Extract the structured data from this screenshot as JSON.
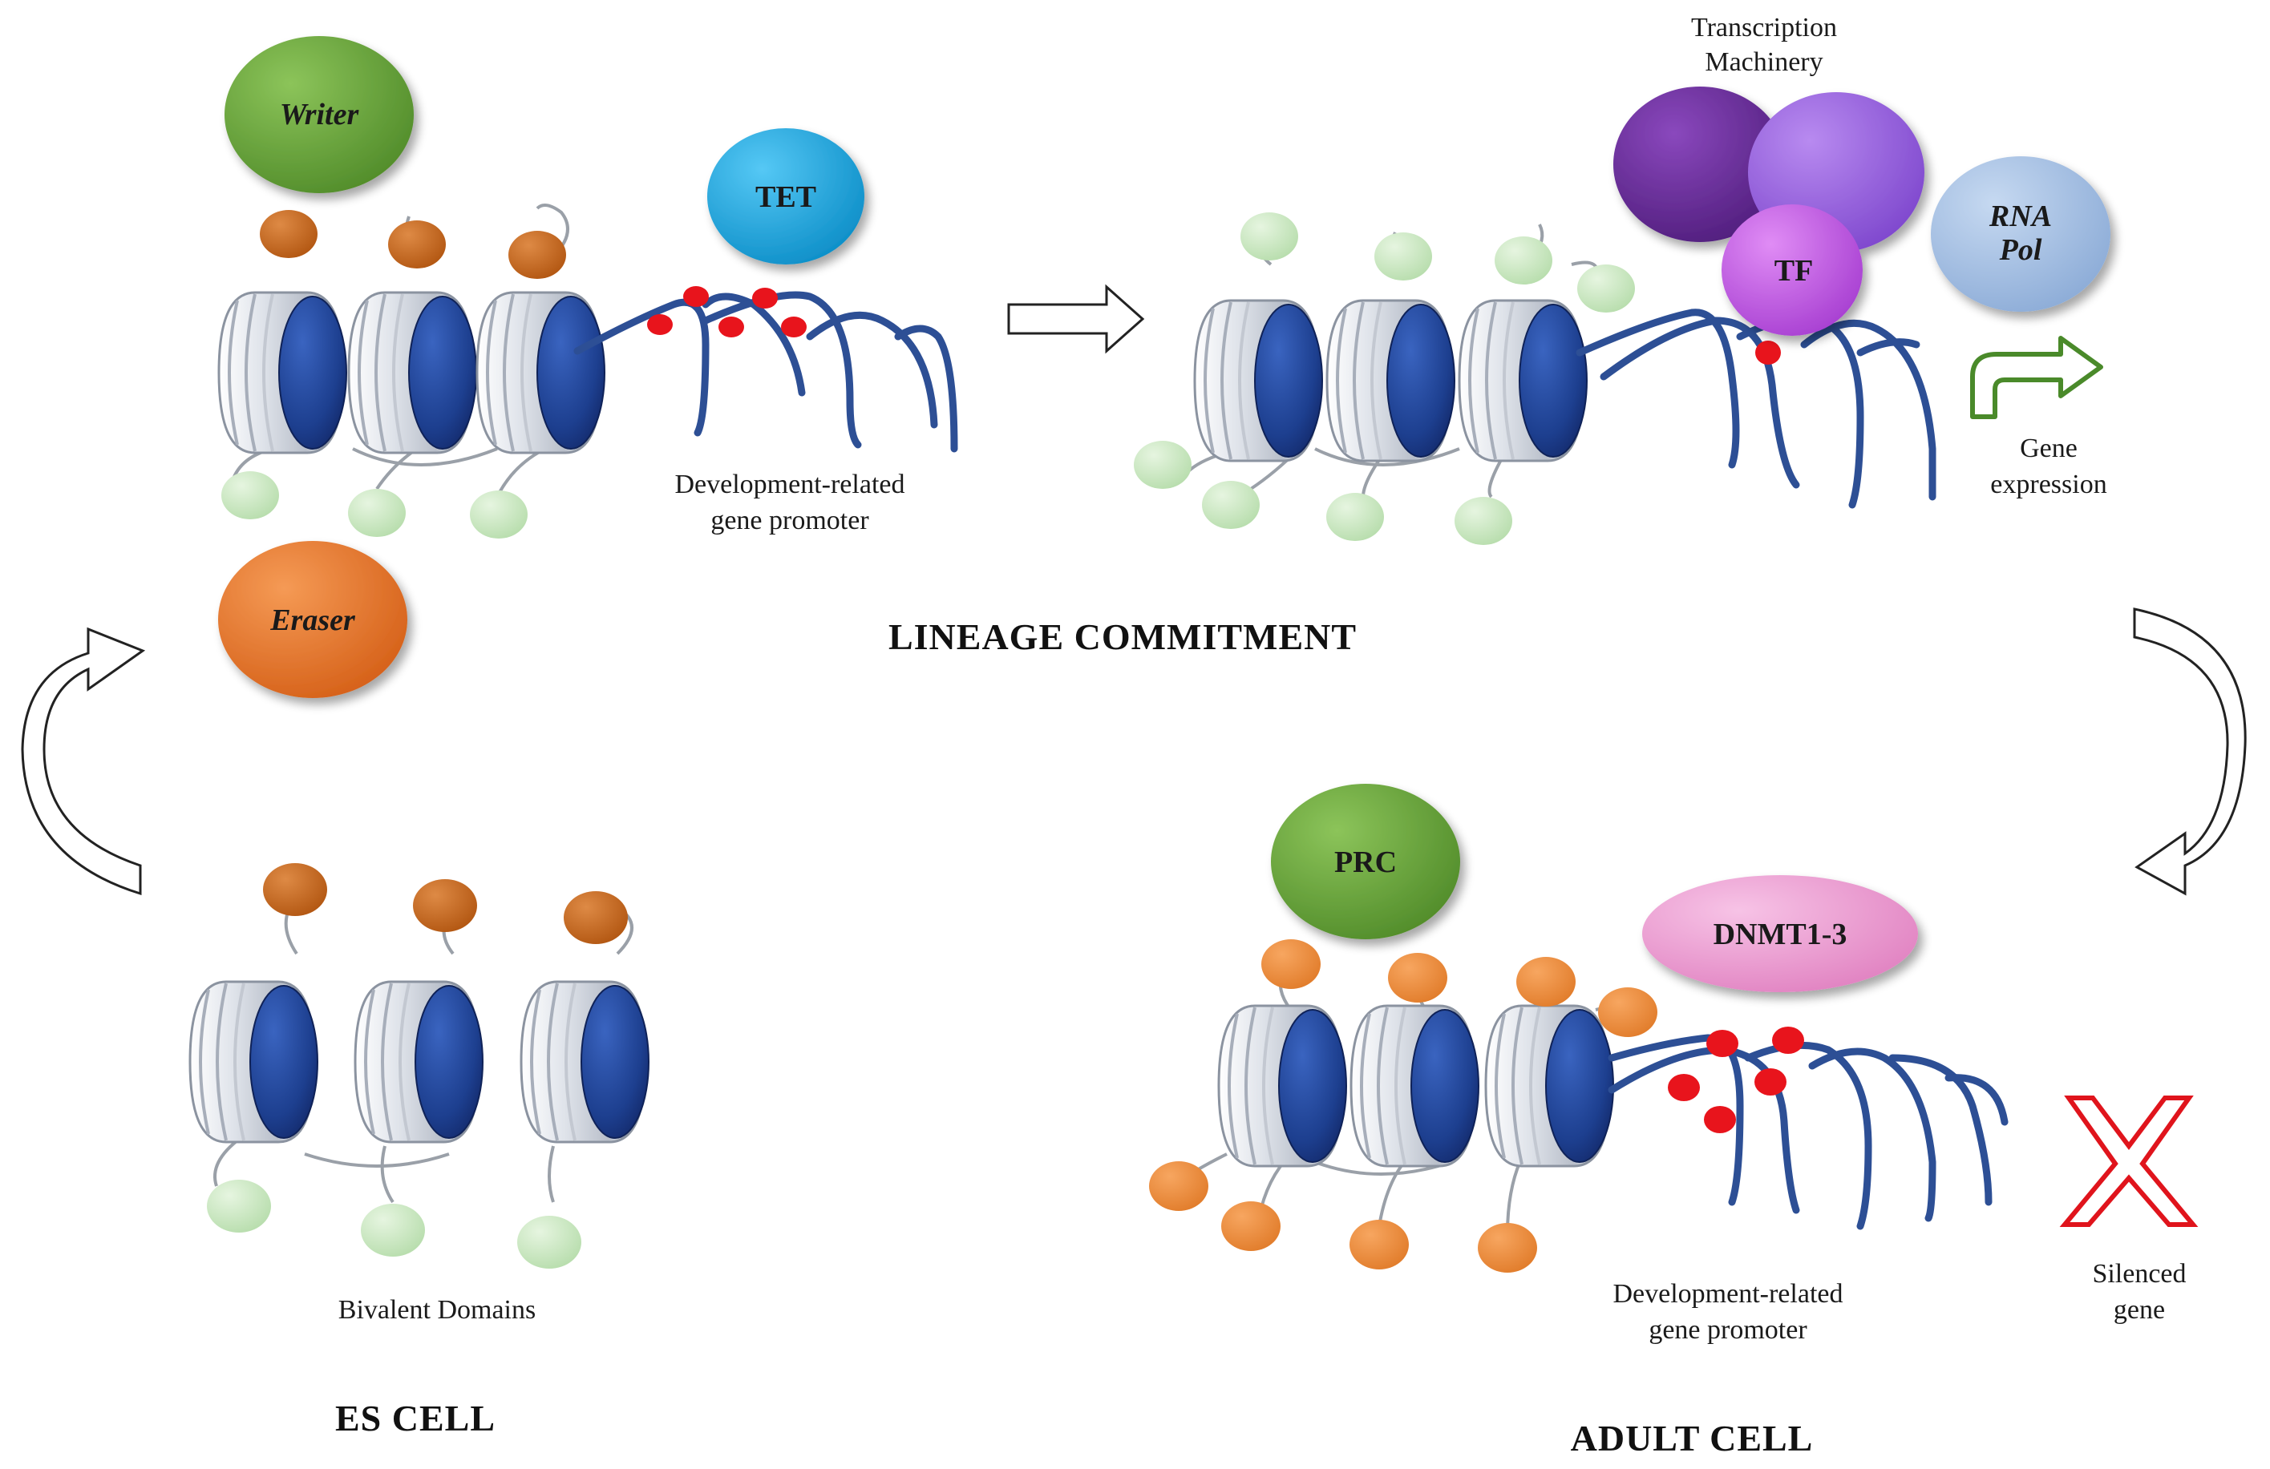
{
  "titles": {
    "lineage": "LINEAGE COMMITMENT",
    "es_cell": "ES CELL",
    "adult_cell": "ADULT CELL"
  },
  "labels": {
    "promoter_top_l1": "Development-related",
    "promoter_top_l2": "gene promoter",
    "promoter_bottom_l1": "Development-related",
    "promoter_bottom_l2": "gene promoter",
    "transcription_l1": "Transcription",
    "transcription_l2": "Machinery",
    "gene_expression_l1": "Gene",
    "gene_expression_l2": "expression",
    "silenced_l1": "Silenced",
    "silenced_l2": "gene",
    "bivalent": "Bivalent Domains"
  },
  "proteins": {
    "writer": "Writer",
    "eraser": "Eraser",
    "tet": "TET",
    "tf": "TF",
    "rna_l1": "RNA",
    "rna_l2": "Pol",
    "prc": "PRC",
    "dnmt": "DNMT1-3"
  },
  "colors": {
    "writer": "#6aa23a",
    "eraser": "#e6752c",
    "tet": "#1aa8e0",
    "tf": "#c558e8",
    "transcription_a": "#6b2f9a",
    "transcription_b": "#9a5fe0",
    "rna_pol": "#a9c4e6",
    "prc": "#6aa23a",
    "dnmt": "#f0a3d6",
    "histone_core": "#1d3f8f",
    "dna": "#2d4f95",
    "methyl": "#e8141c",
    "active_mark": "#c8e8c0",
    "repressive_mark": "#c8641c",
    "repressive_mark_adult": "#ec8b3b",
    "arrow_green": "#4a8a2a",
    "cross_red": "#e0141c"
  }
}
